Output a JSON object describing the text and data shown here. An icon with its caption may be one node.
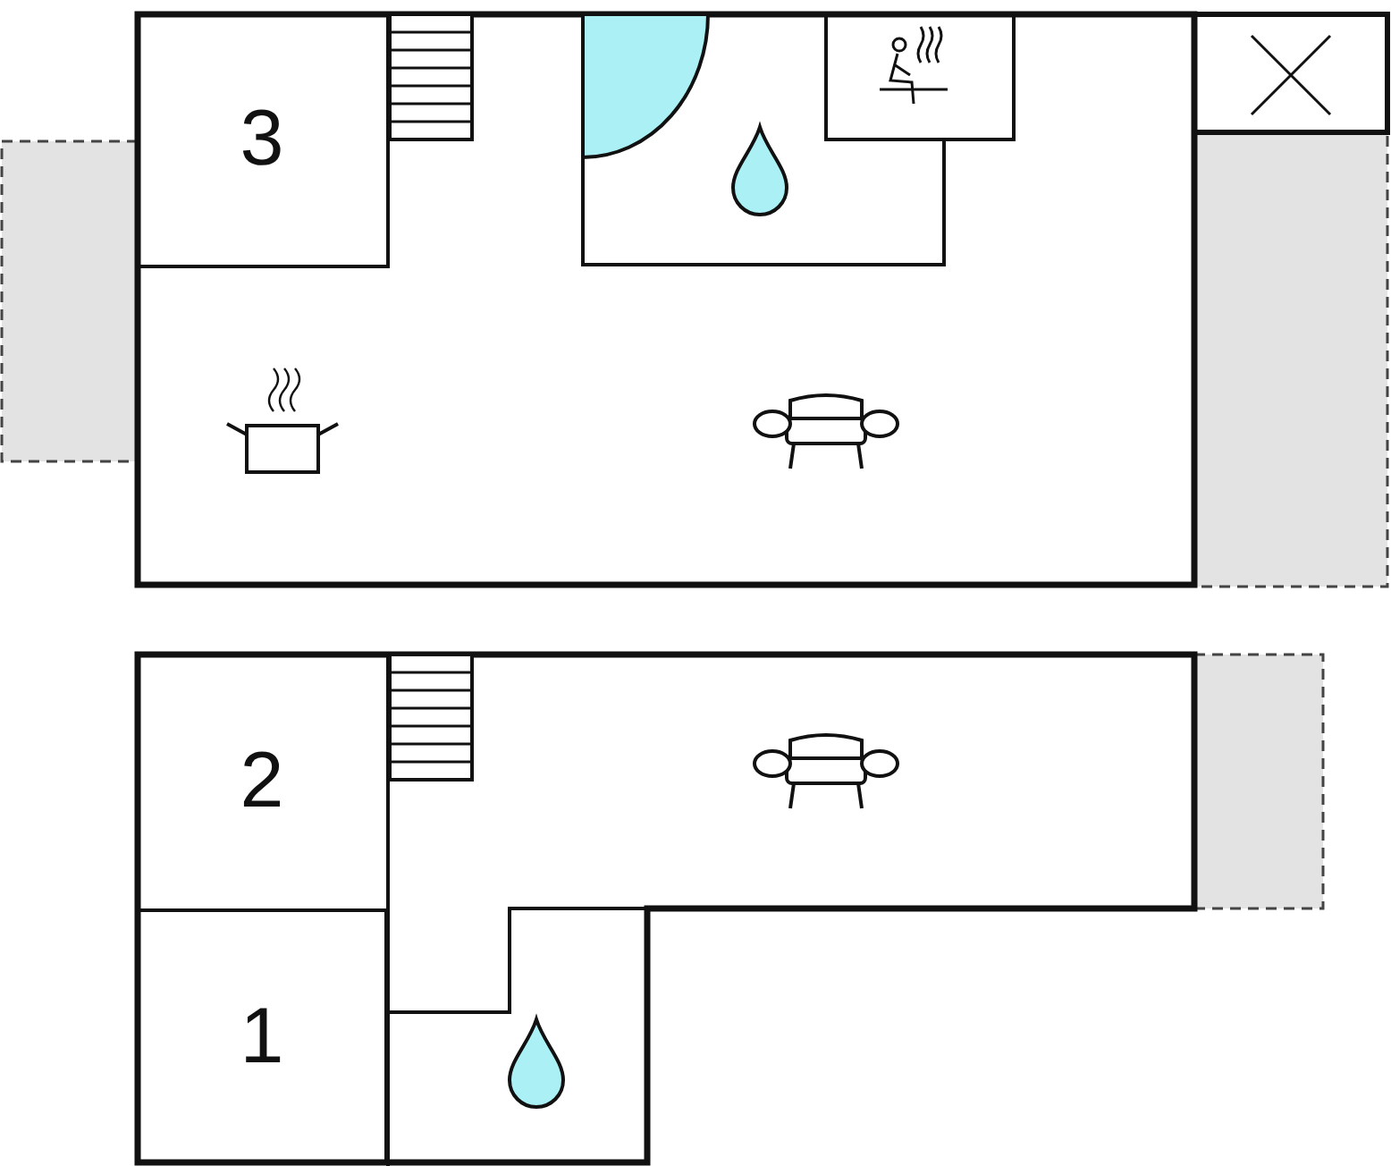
{
  "diagram": {
    "nodes": [
      {
        "text": [
          "3"
        ]
      },
      {
        "text": [
          "2"
        ]
      },
      {
        "text": [
          "1"
        ]
      }
    ]
  }
}
